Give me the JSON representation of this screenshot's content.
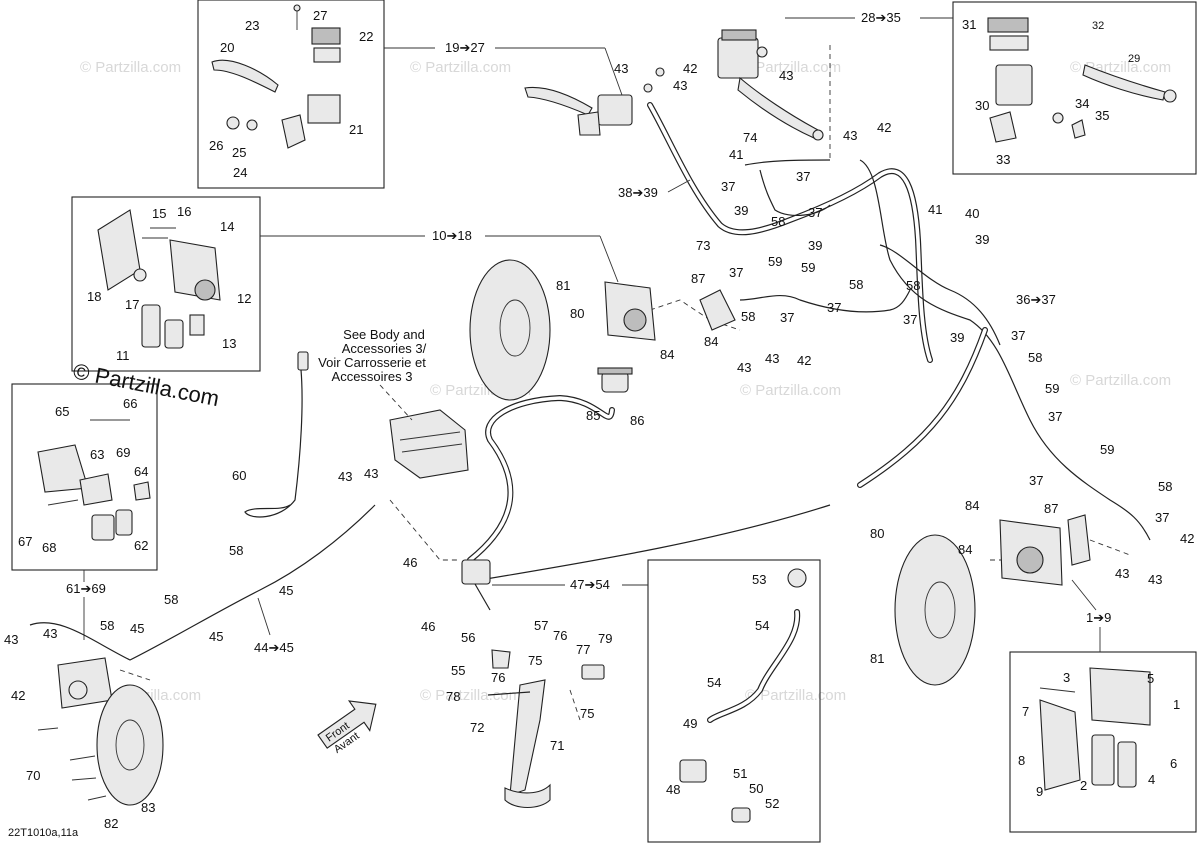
{
  "diagram_code": "22T1010a,11a",
  "brand": "© Partzilla.com",
  "watermark": "© Partzilla.com",
  "reference_note": [
    "See Body and",
    "Accessories 3/",
    "Voir Carrosserie et",
    "Accessoires 3"
  ],
  "front_arrow": [
    "Front",
    "Avant"
  ],
  "group_labels": {
    "g19_27": "19➔27",
    "g28_35": "28➔35",
    "g10_18": "10➔18",
    "g38_39": "38➔39",
    "g36_37": "36➔37",
    "g61_69": "61➔69",
    "g44_45": "44➔45",
    "g47_54": "47➔54",
    "g1_9": "1➔9"
  },
  "callouts": {
    "c1": "1",
    "c2": "2",
    "c3": "3",
    "c4": "4",
    "c5": "5",
    "c6": "6",
    "c7": "7",
    "c8": "8",
    "c9": "9",
    "c11": "11",
    "c12": "12",
    "c13": "13",
    "c14": "14",
    "c15": "15",
    "c16": "16",
    "c17": "17",
    "c18": "18",
    "c20": "20",
    "c21": "21",
    "c22": "22",
    "c23": "23",
    "c24": "24",
    "c25": "25",
    "c26": "26",
    "c27": "27",
    "c29": "29",
    "c30": "30",
    "c31": "31",
    "c32": "32",
    "c33": "33",
    "c34": "34",
    "c35": "35",
    "c37": "37",
    "c39": "39",
    "c40": "40",
    "c41": "41",
    "c42": "42",
    "c43": "43",
    "c45": "45",
    "c46": "46",
    "c48": "48",
    "c49": "49",
    "c50": "50",
    "c51": "51",
    "c52": "52",
    "c53": "53",
    "c54": "54",
    "c55": "55",
    "c56": "56",
    "c57": "57",
    "c58": "58",
    "c59": "59",
    "c60": "60",
    "c62": "62",
    "c63": "63",
    "c64": "64",
    "c65": "65",
    "c66": "66",
    "c67": "67",
    "c68": "68",
    "c69": "69",
    "c70": "70",
    "c71": "71",
    "c72": "72",
    "c73": "73",
    "c74": "74",
    "c75": "75",
    "c76": "76",
    "c77": "77",
    "c78": "78",
    "c79": "79",
    "c80": "80",
    "c81": "81",
    "c82": "82",
    "c83": "83",
    "c84": "84",
    "c85": "85",
    "c86": "86",
    "c87": "87"
  }
}
